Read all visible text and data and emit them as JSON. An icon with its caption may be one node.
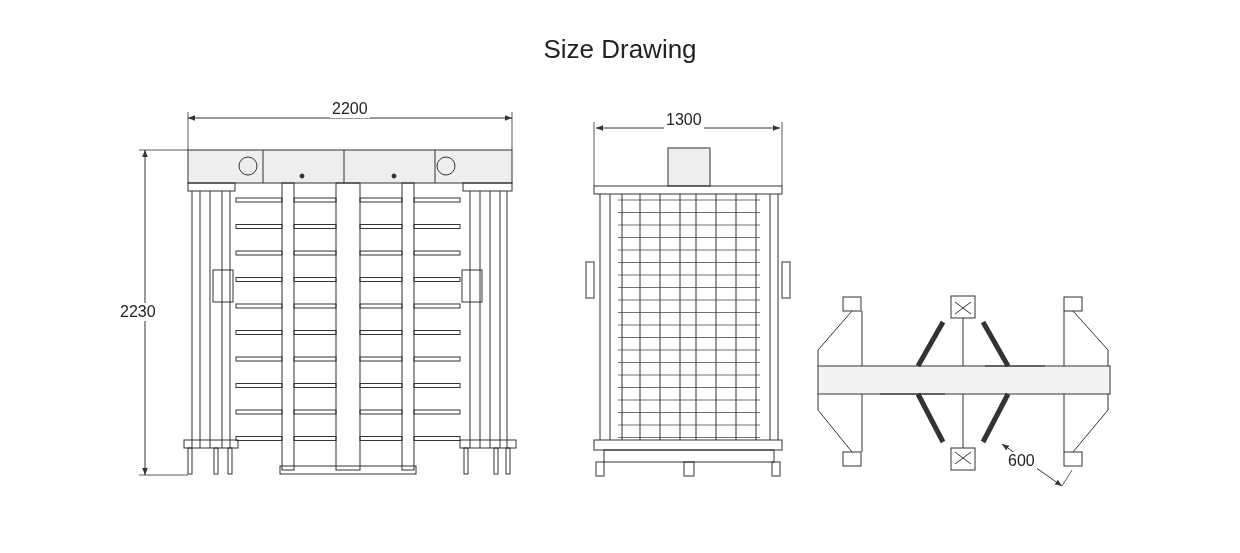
{
  "diagram": {
    "title": "Size Drawing",
    "labels": [
      "2200",
      "1300",
      "2230",
      "600"
    ]
  }
}
